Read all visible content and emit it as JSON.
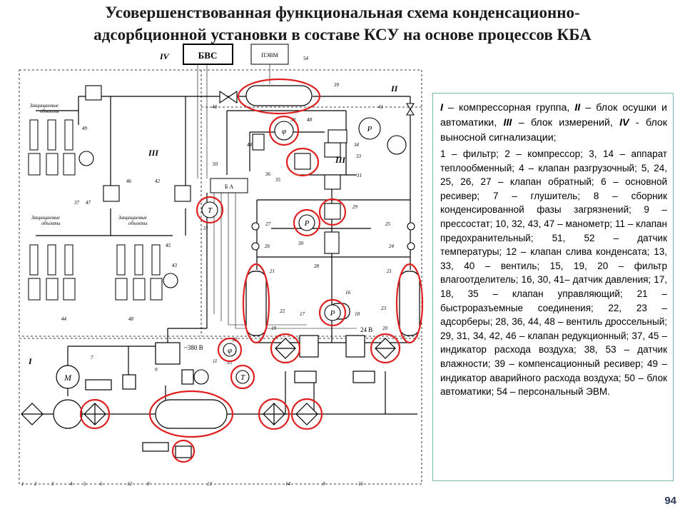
{
  "slide": {
    "title_line1": "Усовершенствованная функциональная схема конденсационно-",
    "title_line2": "адсорбционной установки в составе КСУ на основе процессов КБА",
    "page_number": "94"
  },
  "legend": {
    "head": [
      {
        "roman": "I",
        "text": " – компрессорная группа, "
      },
      {
        "roman": "II",
        "text": " – блок осушки и автоматики, "
      },
      {
        "roman": "III",
        "text": " – блок измерений, "
      },
      {
        "roman": "IV",
        "text": " - блок выносной сигнализации;"
      }
    ],
    "body": "1 – фильтр; 2 – компрессор; 3, 14 – аппарат теплообменный; 4 – клапан разгрузочный; 5, 24, 25, 26, 27 – клапан обратный; 6 – основной ресивер; 7 – глушитель; 8 – сборник конденсированной фазы загрязнений; 9 – прессостат; 10, 32, 43, 47 – манометр; 11 – клапан предохранительный; 51, 52 – датчик температуры; 12 – клапан слива конденсата; 13, 33, 40 – вентиль; 15, 19, 20 – фильтр влагоотделитель; 16, 30, 41– датчик давления; 17, 18, 35 – клапан управляющий; 21 – быстроразъемные соединения; 22, 23 – адсорберы; 28, 36, 44, 48 – вентиль дроссельный; 29, 31, 34, 42, 46 – клапан редукционный; 37, 45 – индикатор расхода воздуха; 38, 53 – датчик влажности; 39 – компенсационный ресивер; 49 – индикатор аварийного расхода воздуха; 50 – блок автоматики; 54 – персональный ЭВМ."
  },
  "diagram": {
    "block_labels": {
      "I": "I",
      "II": "II",
      "III": "III",
      "III_b": "III",
      "IV": "IV"
    },
    "boxes": {
      "bvs": "БВС",
      "pevm": "ПЭВМ",
      "ba": "Б А"
    },
    "sensors": {
      "P": "P",
      "T": "T",
      "phi": "φ",
      "M": "M"
    },
    "power_labels": {
      "v380": "~380 В",
      "v24": "24 В"
    },
    "object_labels": {
      "top_left_1": "Защищаемые",
      "top_left_2": "объекты",
      "bottom_left_1": "Защищаемые",
      "bottom_left_2": "объекты",
      "bottom_mid_1": "Защищаемые",
      "bottom_mid_2": "объекты"
    },
    "part_numbers": {
      "n1": "1",
      "n2": "2",
      "n3": "3",
      "n4": "4",
      "n5": "5",
      "n6": "6",
      "n7": "7",
      "n8": "8",
      "n8b": "8",
      "n9": "9",
      "n11": "11",
      "n12": "12",
      "n13": "13",
      "n14": "14",
      "n15": "15",
      "n16": "16",
      "n17": "17",
      "n18": "18",
      "n19": "19",
      "n20": "20",
      "n21a": "21",
      "n21b": "21",
      "n22": "22",
      "n23": "23",
      "n24": "24",
      "n25": "25",
      "n26": "26",
      "n27": "27",
      "n28": "28",
      "n29": "29",
      "n30": "30",
      "n31": "31",
      "n32": "32",
      "n33": "33",
      "n34": "34",
      "n35": "35",
      "n36": "36",
      "n37": "37",
      "n38": "38",
      "n39": "39",
      "n40": "40",
      "n41": "41",
      "n42": "42",
      "n43": "43",
      "n44": "44",
      "n45": "45",
      "n46": "46",
      "n47": "47",
      "n48": "48",
      "n49": "49",
      "n50": "50",
      "n51": "51",
      "n52": "52",
      "n53": "53",
      "n54": "54",
      "n44b": "44",
      "n48b": "48"
    }
  },
  "colors": {
    "highlight": "#e02020",
    "legend_border": "#7fb4b8",
    "line": "#000000"
  }
}
